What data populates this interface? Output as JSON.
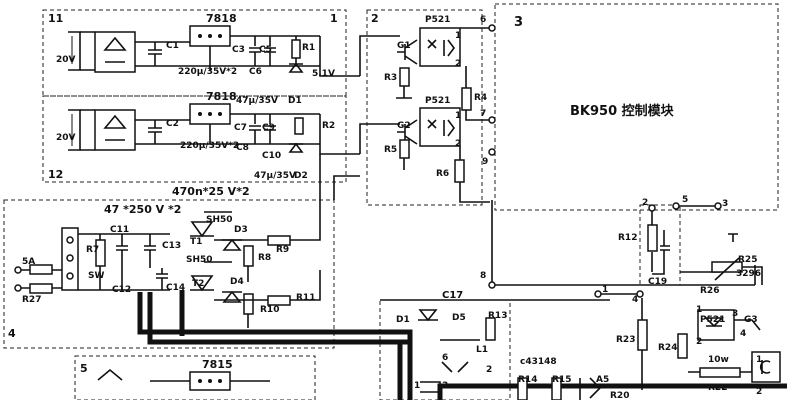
{
  "blocks": {
    "b1": "1",
    "b2": "2",
    "b3": "3",
    "b4": "4",
    "b5": "5",
    "b11": "11",
    "b12": "12"
  },
  "module_label": "BK950 控制模块",
  "regulators": {
    "top": "7818",
    "mid": "7818",
    "bottom": "7815"
  },
  "inputs": {
    "ac_top": "20V",
    "ac_mid": "20V",
    "fuse": "5A",
    "r27": "R27",
    "r7": "R7",
    "sw": "SW"
  },
  "parts": {
    "c1": "C1",
    "c2": "C2",
    "c3": "C3",
    "c5": "C5",
    "c6": "C6",
    "c7": "C7",
    "c8": "C8",
    "c9": "C9",
    "c10": "C10",
    "c11": "C11",
    "c12": "C12",
    "c13": "C13",
    "c14": "C14",
    "c17": "C17",
    "c19": "C19",
    "r1": "R1",
    "r2": "R2",
    "r3": "R3",
    "r4": "R4",
    "r5": "R5",
    "r6": "R6",
    "r8": "R8",
    "r9": "R9",
    "r10": "R10",
    "r11": "R11",
    "r12": "R12",
    "r13": "R13",
    "r14": "R14",
    "r15": "R15",
    "r20": "R20",
    "r22": "R22",
    "r23": "R23",
    "r24": "R24",
    "r25": "R25",
    "r26": "R26",
    "d1": "D1",
    "d2": "D2",
    "d3": "D3",
    "d4": "D4",
    "d5": "D5",
    "g1": "G1",
    "g2": "G2",
    "g3": "G3",
    "t1": "T1",
    "t2": "T2",
    "l1": "L1",
    "a5": "A5",
    "p521a": "P521",
    "p521b": "P521",
    "p521c": "P521",
    "sh1": "SH50",
    "sh2": "SH50",
    "ic": "c43148"
  },
  "values": {
    "cap_top": "220μ/35V*2",
    "cap_mid": "220μ/35V*2",
    "zener_top": "47μ/35V",
    "zener_mid": "47μ/35V",
    "v51": "5.1V",
    "snubber_main": "470n*25 V*2",
    "snubber_sub": "47 *250 V *2",
    "pot": "3296",
    "w10": "10w"
  },
  "pins": {
    "p1": "1",
    "p2": "2",
    "p4": "4",
    "p5": "5",
    "p6": "6",
    "p7": "7",
    "p8": "8",
    "p9": "9",
    "pa1": "1",
    "pa2": "2",
    "pb1": "1",
    "pb2": "2",
    "pc1": "1",
    "pc2": "2",
    "pc3": "3",
    "pc4": "4",
    "pd3": "3",
    "pd6": "6",
    "pd1": "1",
    "pd2": "2",
    "pe1": "1",
    "pe2": "2",
    "pe3": "3",
    "pe4": "4",
    "t1": "1",
    "t2": "2"
  }
}
